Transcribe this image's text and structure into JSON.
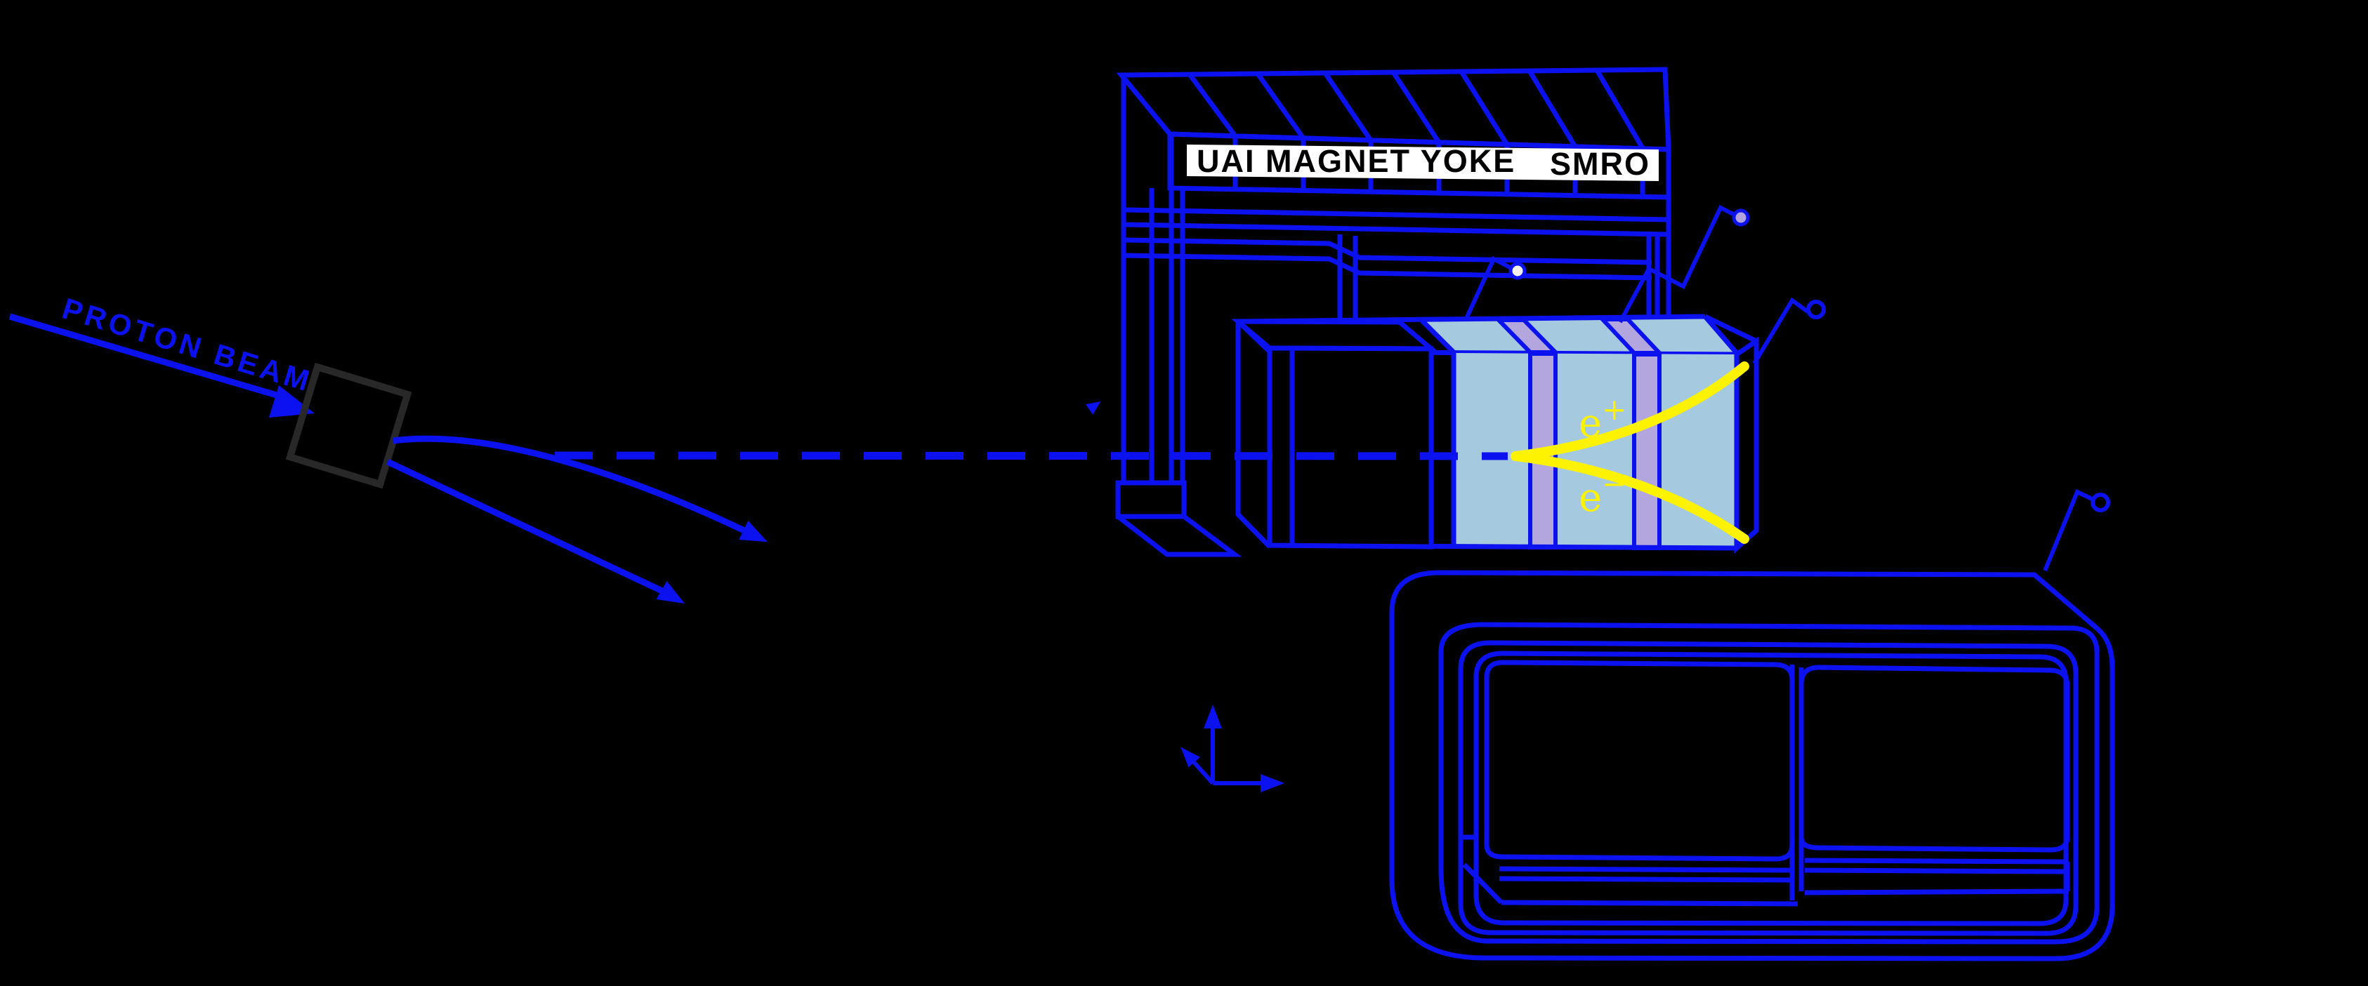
{
  "diagram": {
    "labels": {
      "proton_beam": "PROTON BEAM",
      "magnet_yoke": "UAI MAGNET YOKE",
      "smro": "SMRO",
      "positron_letter": "e",
      "positron_sign": "+",
      "electron_letter": "e",
      "electron_sign": "−"
    },
    "markers": {
      "white_dot": "light-material-marker",
      "purple_dot": "converter-stripe-marker",
      "open_circle_tracks": "track-exit-marker",
      "open_circle_detector": "detector-marker"
    },
    "colors": {
      "blue": "#0b12ef",
      "yellow": "#fdf300",
      "light_blue": "#a5c9de",
      "purple": "#b3a6de",
      "purple_dot": "#b1a3e0",
      "white_dot": "#f2f0ec",
      "band_bg": "#ffffff",
      "band_text": "#000000",
      "target": "#282828",
      "background": "#000000"
    }
  }
}
